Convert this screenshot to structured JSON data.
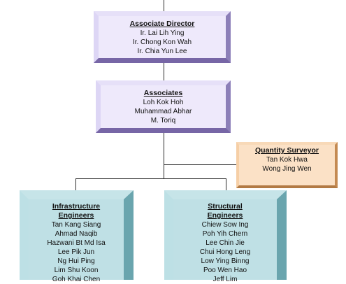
{
  "associate_director": {
    "title": "Associate Director",
    "members": [
      "Ir. Lai Lih Ying",
      "Ir. Chong Kon Wah",
      "Ir. Chia Yun Lee"
    ]
  },
  "associates": {
    "title": "Associates",
    "members": [
      "Loh Kok Hoh",
      "Muhammad Abhar",
      "M. Toriq"
    ]
  },
  "quantity_surveyor": {
    "title": "Quantity Surveyor",
    "members": [
      "Tan Kok Hwa",
      "Wong Jing Wen"
    ]
  },
  "infrastructure_engineers": {
    "title_lines": [
      "Infrastructure",
      "Engineers"
    ],
    "members": [
      "Tan Kang Siang",
      "Ahmad Naqib",
      "Hazwani Bt Md Isa",
      "Lee Pik Jun",
      "Ng Hui Ping",
      "Lim Shu Koon",
      "Goh Khai Chen"
    ]
  },
  "structural_engineers": {
    "title_lines": [
      "Structural",
      "Engineers"
    ],
    "members": [
      "Chiew Sow Ing",
      "Poh Yih Chern",
      "Lee Chin Jie",
      "Chui Hong Leng",
      "Low Ying Binng",
      "Poo Wen Hao",
      "Jeff Lim"
    ]
  }
}
